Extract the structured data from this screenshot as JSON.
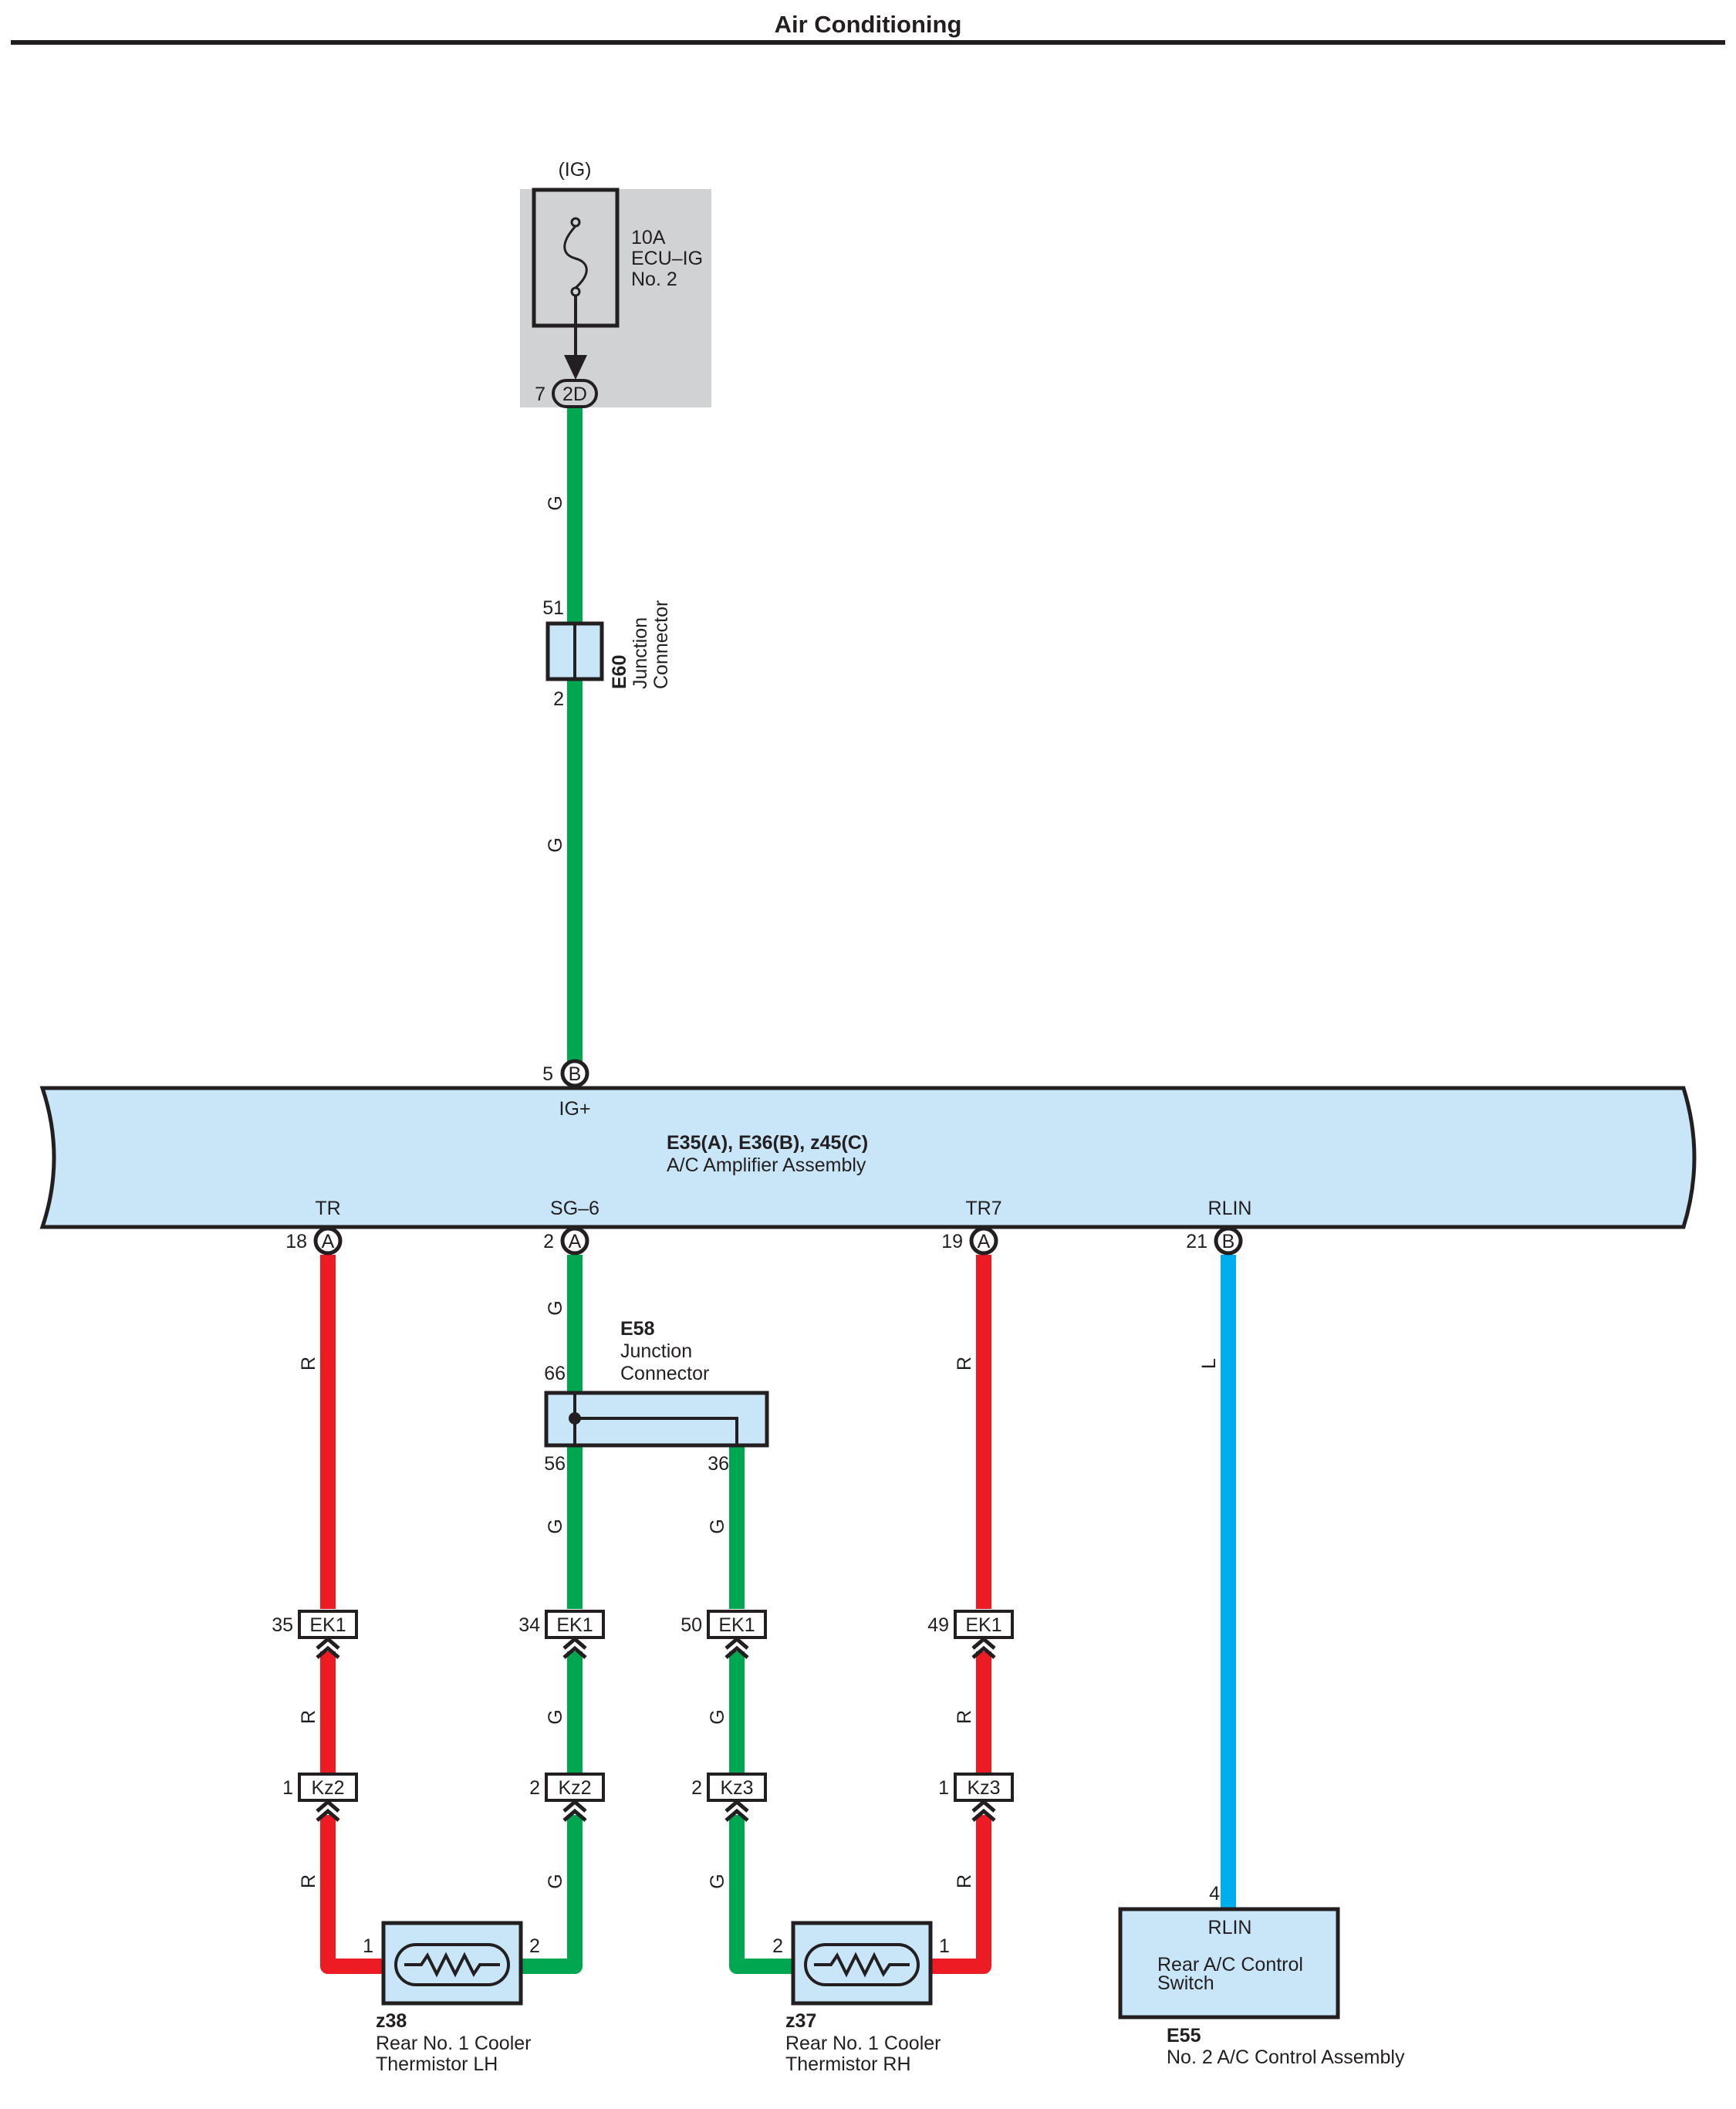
{
  "title": "Air Conditioning",
  "colors": {
    "G": "#00a650",
    "R": "#ed1c24",
    "L": "#00aeef",
    "component_fill": "#c8e6f8",
    "fuse_box": "#d1d2d4",
    "line": "#231f20"
  },
  "fuse": {
    "circuit": "(IG)",
    "rating": "10A",
    "name": "ECU–IG",
    "number": "No. 2",
    "connector_pin": "7",
    "connector": "2D"
  },
  "e60": {
    "code": "E60",
    "name_line1": "Junction",
    "name_line2": "Connector",
    "pin_top": "51",
    "pin_bottom": "2"
  },
  "amplifier": {
    "code": "E35(A), E36(B), z45(C)",
    "name": "A/C Amplifier Assembly",
    "terminals": {
      "igp": {
        "pin": "5",
        "conn": "B",
        "label": "IG+"
      },
      "tr": {
        "pin": "18",
        "conn": "A",
        "label": "TR"
      },
      "sg6": {
        "pin": "2",
        "conn": "A",
        "label": "SG–6"
      },
      "tr7": {
        "pin": "19",
        "conn": "A",
        "label": "TR7"
      },
      "rlin": {
        "pin": "21",
        "conn": "B",
        "label": "RLIN"
      }
    }
  },
  "e58": {
    "code": "E58",
    "name_line1": "Junction",
    "name_line2": "Connector",
    "pin_in": "66",
    "pin_out1": "56",
    "pin_out2": "36"
  },
  "wire_labels": {
    "w_fuse_e60": "G",
    "w_e60_amp": "G",
    "w_tr_top": "R",
    "w_tr_mid": "R",
    "w_tr_bot": "R",
    "w_sg_top": "G",
    "w_sg_a": "G",
    "w_sg_a_mid": "G",
    "w_sg_a_bot": "G",
    "w_sg_b": "G",
    "w_sg_b_mid": "G",
    "w_sg_b_bot": "G",
    "w_tr7_top": "R",
    "w_tr7_mid": "R",
    "w_tr7_bot": "R",
    "w_rlin": "L"
  },
  "connectors": {
    "ek1_tr": {
      "pin": "35",
      "name": "EK1"
    },
    "ek1_sga": {
      "pin": "34",
      "name": "EK1"
    },
    "ek1_sgb": {
      "pin": "50",
      "name": "EK1"
    },
    "ek1_tr7": {
      "pin": "49",
      "name": "EK1"
    },
    "kz2_tr": {
      "pin": "1",
      "name": "Kz2"
    },
    "kz2_sga": {
      "pin": "2",
      "name": "Kz2"
    },
    "kz3_sgb": {
      "pin": "2",
      "name": "Kz3"
    },
    "kz3_tr7": {
      "pin": "1",
      "name": "Kz3"
    }
  },
  "z38": {
    "code": "z38",
    "name_line1": "Rear No. 1 Cooler",
    "name_line2": "Thermistor LH",
    "pin_left": "1",
    "pin_right": "2"
  },
  "z37": {
    "code": "z37",
    "name_line1": "Rear No. 1 Cooler",
    "name_line2": "Thermistor RH",
    "pin_left": "2",
    "pin_right": "1"
  },
  "e55": {
    "code": "E55",
    "name": "No. 2 A/C Control Assembly",
    "pin": "4",
    "terminal": "RLIN",
    "inner_line1": "Rear A/C Control",
    "inner_line2": "Switch"
  }
}
